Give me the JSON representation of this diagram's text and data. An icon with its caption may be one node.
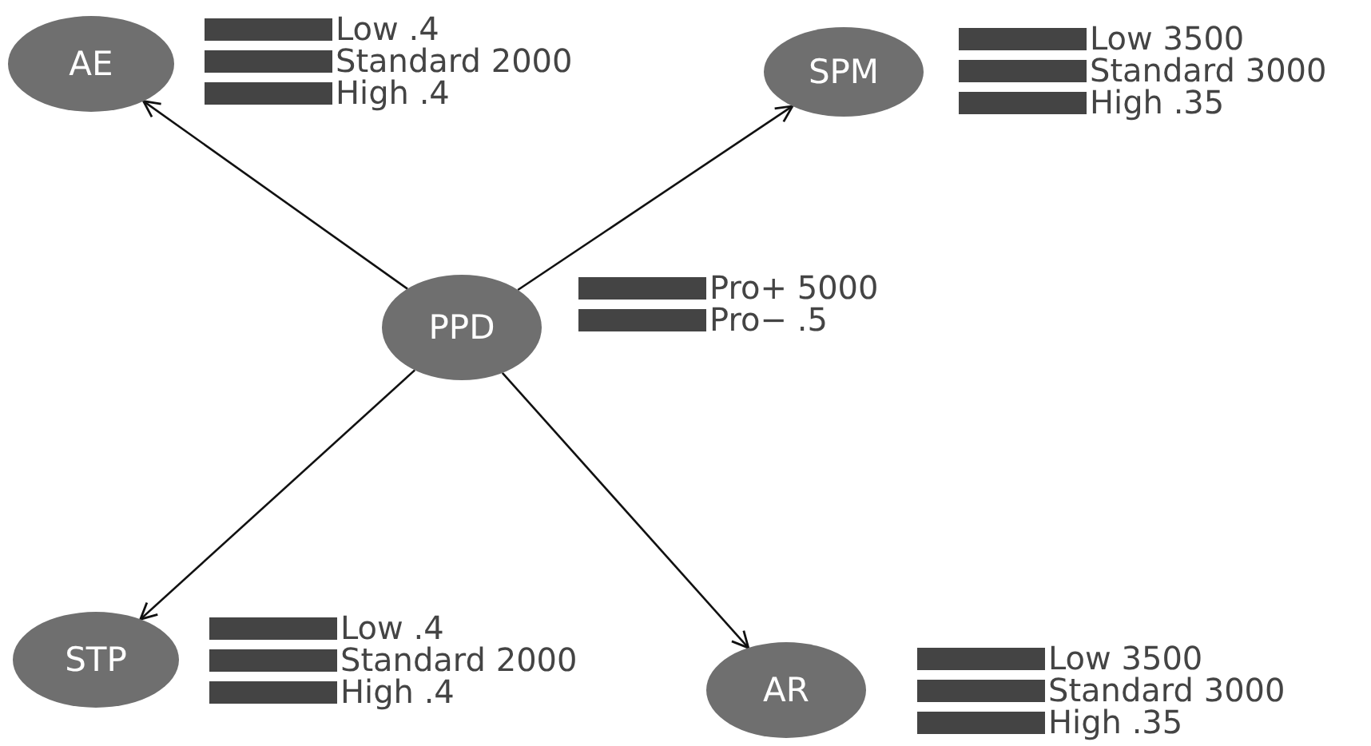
{
  "diagram": {
    "nodes": [
      {
        "text": [
          "AE"
        ],
        "beside": [
          "Low .4",
          "Standard 2000",
          "High .4"
        ]
      },
      {
        "text": [
          "SPM"
        ],
        "beside": [
          "Low 3500",
          "Standard 3000",
          "High .35"
        ]
      },
      {
        "text": [
          "PPD"
        ],
        "beside": [
          "Pro+ 5000",
          "Pro− .5"
        ]
      },
      {
        "text": [
          "STP"
        ],
        "beside": [
          "Low .4",
          "Standard 2000",
          "High .4"
        ]
      },
      {
        "text": [
          "AR"
        ],
        "beside": [
          "Low 3500",
          "Standard 3000",
          "High .35"
        ]
      }
    ],
    "edges": [
      {
        "from": 2,
        "to": 0,
        "arrow": "to"
      },
      {
        "from": 2,
        "to": 1,
        "arrow": "to"
      },
      {
        "from": 2,
        "to": 3,
        "arrow": "to"
      },
      {
        "from": 2,
        "to": 4,
        "arrow": "to"
      }
    ]
  }
}
